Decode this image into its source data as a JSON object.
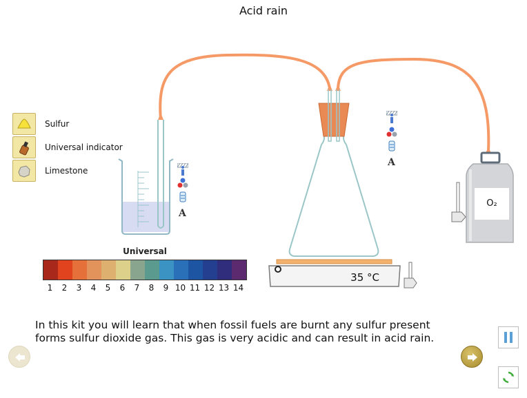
{
  "page": {
    "title": "Acid rain"
  },
  "toolbar": {
    "items": [
      {
        "label": "Sulfur",
        "icon": "sulfur-pile-icon"
      },
      {
        "label": "Universal indicator",
        "icon": "indicator-bottle-icon"
      },
      {
        "label": "Limestone",
        "icon": "limestone-rock-icon"
      }
    ]
  },
  "indicator_scale": {
    "title": "Universal",
    "labels": [
      "1",
      "2",
      "3",
      "4",
      "5",
      "6",
      "7",
      "8",
      "9",
      "10",
      "11",
      "12",
      "13",
      "14"
    ],
    "colors": [
      "#a8291b",
      "#e0431e",
      "#e5703a",
      "#e2935c",
      "#ddb070",
      "#ddd08a",
      "#8aa58e",
      "#5b9a8e",
      "#3a93c2",
      "#2a70b8",
      "#1d55a3",
      "#243f8f",
      "#2f2d7c",
      "#5b2a6f"
    ]
  },
  "gas_cylinder": {
    "label": "O₂"
  },
  "hotplate": {
    "temperature": "35 °C"
  },
  "description": {
    "text": "In this kit you will learn that when fossil fuels are burnt any sulfur present forms sulfur dioxide gas. This gas is very acidic and can result in acid rain."
  },
  "colors": {
    "tubing": "#f59a66",
    "stopper": "#e98a55",
    "liquid": "#d7dcf3",
    "toolbar_bg": "#f3e7a6",
    "hotplate_top": "#f2b26d"
  }
}
